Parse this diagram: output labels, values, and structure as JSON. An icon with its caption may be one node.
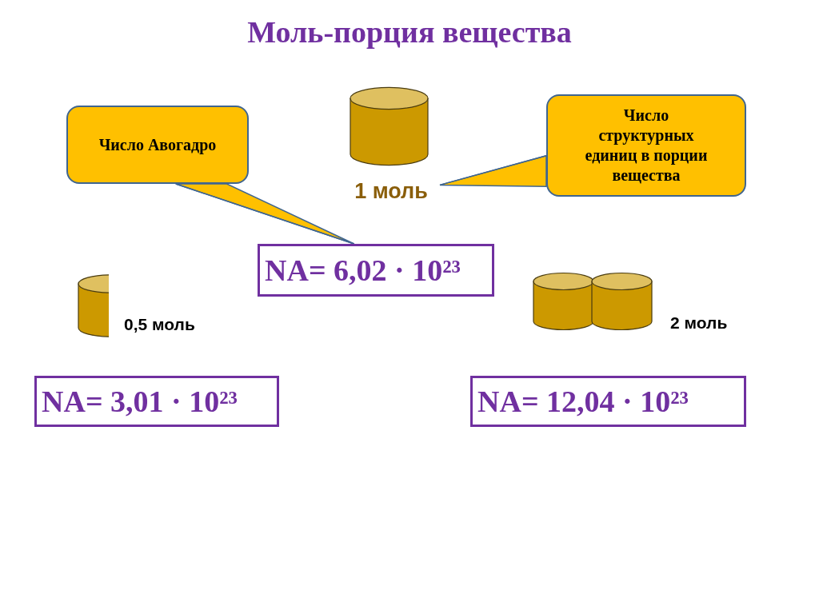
{
  "diagram": {
    "title": "Моль-порция вещества",
    "nodes": [
      {
        "text": [
          "Число Авогадро"
        ]
      },
      {
        "text": [
          "Число структурных единиц в порции вещества"
        ]
      },
      {
        "text": [
          "1 моль"
        ]
      },
      {
        "text": [
          "NA= 6,02 · 10²³"
        ]
      },
      {
        "text": [
          "NA= 3,01 · 10²³"
        ]
      },
      {
        "text": [
          "NA= 12,04 · 10²³"
        ]
      }
    ],
    "edges": [
      {
        "from": 0,
        "to": 3,
        "arrow": "none"
      },
      {
        "from": 1,
        "to": 2,
        "arrow": "none"
      }
    ],
    "labels": [
      "0,5 моль",
      "2 моль"
    ]
  }
}
